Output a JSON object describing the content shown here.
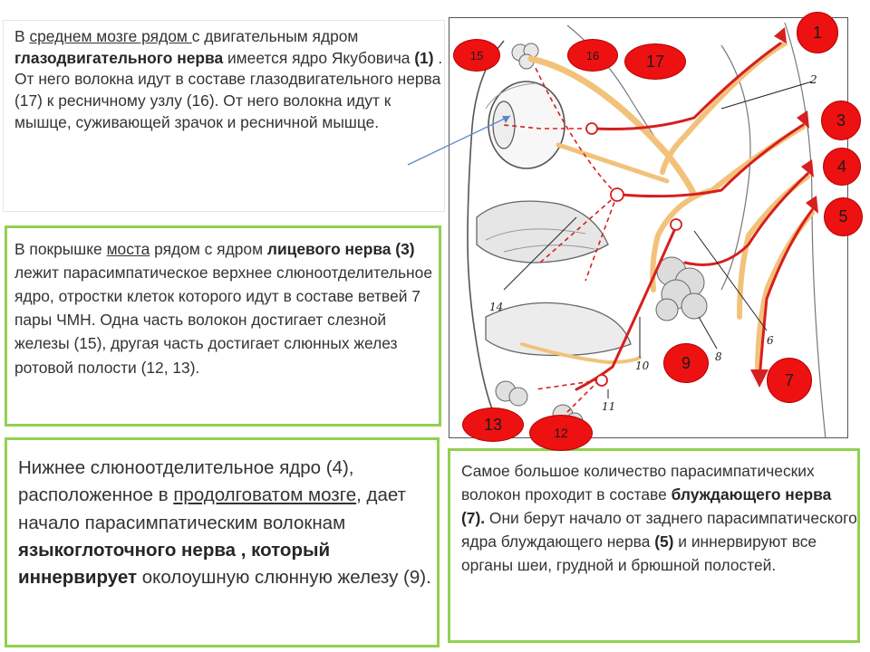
{
  "box1": {
    "t1": "В ",
    "t2": "среднем мозге рядом ",
    "t3": "с двигательным ядром ",
    "t4": "глазодвигательного нерва",
    "t5": " имеется ядро Якубовича ",
    "t6": "(1)",
    "t7": " . От него волокна идут в составе глазодвигательного нерва (17)   к ресничному узлу (16). От него волокна идут к мышце, суживающей зрачок и ресничной мышце."
  },
  "box2": {
    "t1": "В покрышке ",
    "t2": "моста",
    "t3": " рядом с ядром ",
    "t4": "лицевого нерва (3)",
    "t5": " лежит парасимпатическое верхнее слюноотделительное  ядро, отростки клеток которого  идут в составе ветвей 7 пары ЧМН. Одна часть волокон достигает слезной железы (15), другая часть достигает слюнных желез ротовой полости (12, 13)."
  },
  "box3": {
    "t1": "Нижнее слюноотделительное ядро (4), расположенное в ",
    "t2": "продолговатом мозге",
    "t3": ", дает начало парасимпатическим волокнам ",
    "t4": "языкоглоточного нерва , который иннервирует",
    "t5": "  околоушную слюнную   железу (9)."
  },
  "box4": {
    "t1": "Самое большое количество парасимпатических волокон проходит в составе ",
    "t2": "блуждающего нерва (7).",
    "t3": "  Они берут начало от заднего парасимпатического ядра  блуждающего нерва ",
    "t4": "(5)",
    "t5": " и иннервируют все органы шеи, грудной и брюшной полостей."
  },
  "badges": [
    {
      "label": "1"
    },
    {
      "label": "3"
    },
    {
      "label": "4"
    },
    {
      "label": "5"
    },
    {
      "label": "15"
    },
    {
      "label": "16"
    },
    {
      "label": "17"
    },
    {
      "label": "9"
    },
    {
      "label": "7"
    },
    {
      "label": "13"
    },
    {
      "label": "12"
    }
  ],
  "diagram_labels": {
    "n2": "2",
    "n6": "6",
    "n8": "8",
    "n10": "10",
    "n11": "11",
    "n14": "14"
  },
  "colors": {
    "badge_fill": "#ee1111",
    "green_border": "#92d050",
    "nerve_tan": "#f2c27a",
    "nerve_red": "#d61f1f",
    "pointer_blue": "#5b87c7"
  }
}
